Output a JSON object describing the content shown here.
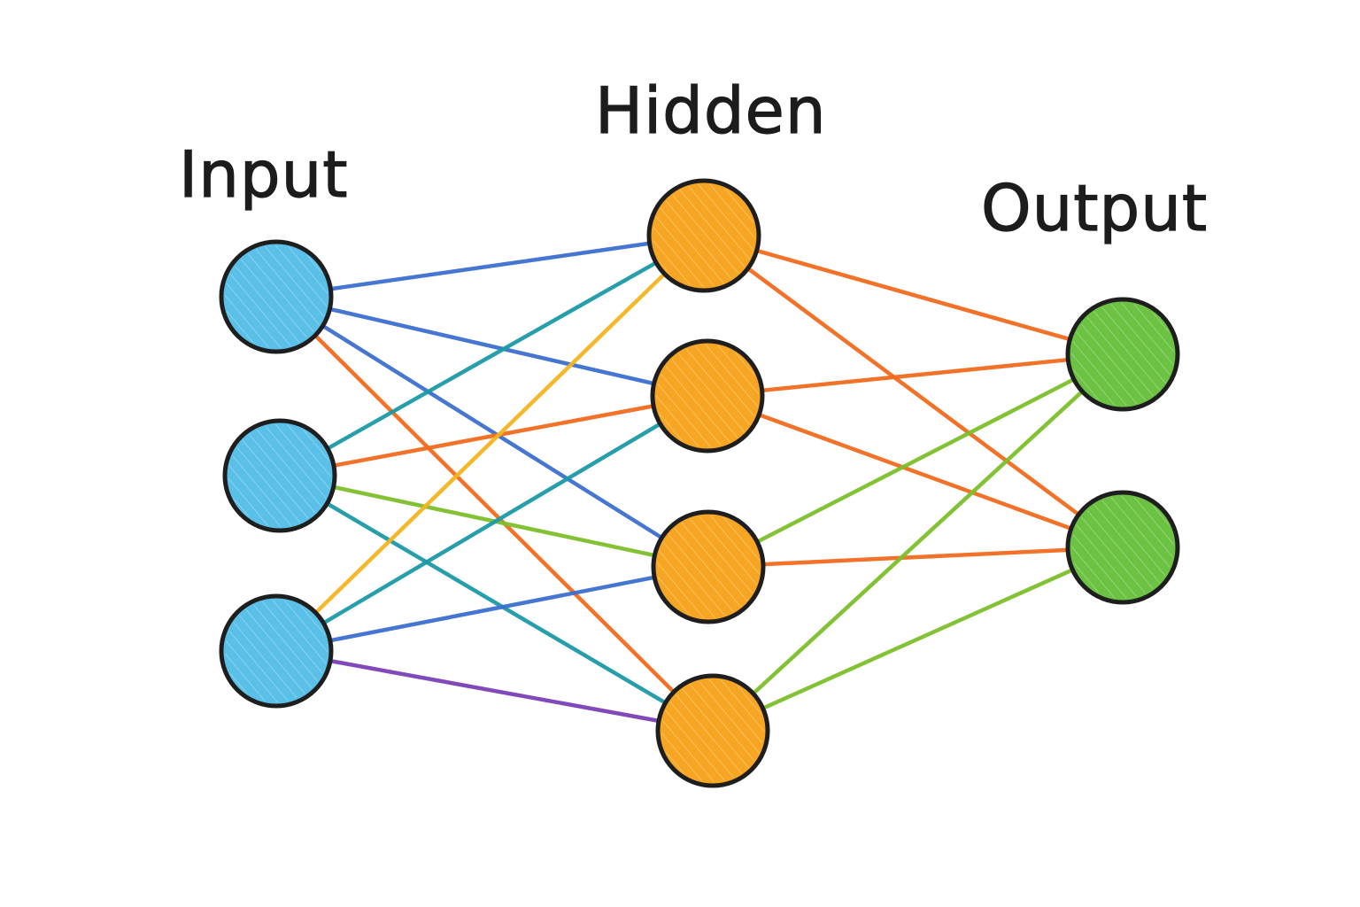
{
  "layers": [
    {
      "id": "input",
      "label": "Input",
      "fill": "#5bc0e8",
      "count": 3
    },
    {
      "id": "hidden",
      "label": "Hidden",
      "fill": "#f7a623",
      "count": 4
    },
    {
      "id": "output",
      "label": "Output",
      "fill": "#6cc242",
      "count": 2
    }
  ],
  "colors": {
    "outline": "#1e1e1e",
    "blue": "#3a6fd0",
    "orange": "#f06a1c",
    "teal": "#1b9aa6",
    "yellow": "#f4b41f",
    "green": "#7cbf2a",
    "purple": "#7a3fb5"
  },
  "connections": [
    {
      "from": "input.0",
      "to": "hidden.0",
      "color": "blue"
    },
    {
      "from": "input.0",
      "to": "hidden.1",
      "color": "blue"
    },
    {
      "from": "input.0",
      "to": "hidden.2",
      "color": "blue"
    },
    {
      "from": "input.0",
      "to": "hidden.3",
      "color": "orange"
    },
    {
      "from": "input.1",
      "to": "hidden.0",
      "color": "teal"
    },
    {
      "from": "input.1",
      "to": "hidden.1",
      "color": "orange"
    },
    {
      "from": "input.1",
      "to": "hidden.2",
      "color": "green"
    },
    {
      "from": "input.1",
      "to": "hidden.3",
      "color": "teal"
    },
    {
      "from": "input.2",
      "to": "hidden.0",
      "color": "yellow"
    },
    {
      "from": "input.2",
      "to": "hidden.1",
      "color": "teal"
    },
    {
      "from": "input.2",
      "to": "hidden.2",
      "color": "blue"
    },
    {
      "from": "input.2",
      "to": "hidden.3",
      "color": "purple"
    },
    {
      "from": "hidden.0",
      "to": "output.0",
      "color": "orange"
    },
    {
      "from": "hidden.0",
      "to": "output.1",
      "color": "orange"
    },
    {
      "from": "hidden.1",
      "to": "output.0",
      "color": "orange"
    },
    {
      "from": "hidden.1",
      "to": "output.1",
      "color": "orange"
    },
    {
      "from": "hidden.2",
      "to": "output.0",
      "color": "green"
    },
    {
      "from": "hidden.2",
      "to": "output.1",
      "color": "orange"
    },
    {
      "from": "hidden.3",
      "to": "output.0",
      "color": "green"
    },
    {
      "from": "hidden.3",
      "to": "output.1",
      "color": "green"
    }
  ]
}
